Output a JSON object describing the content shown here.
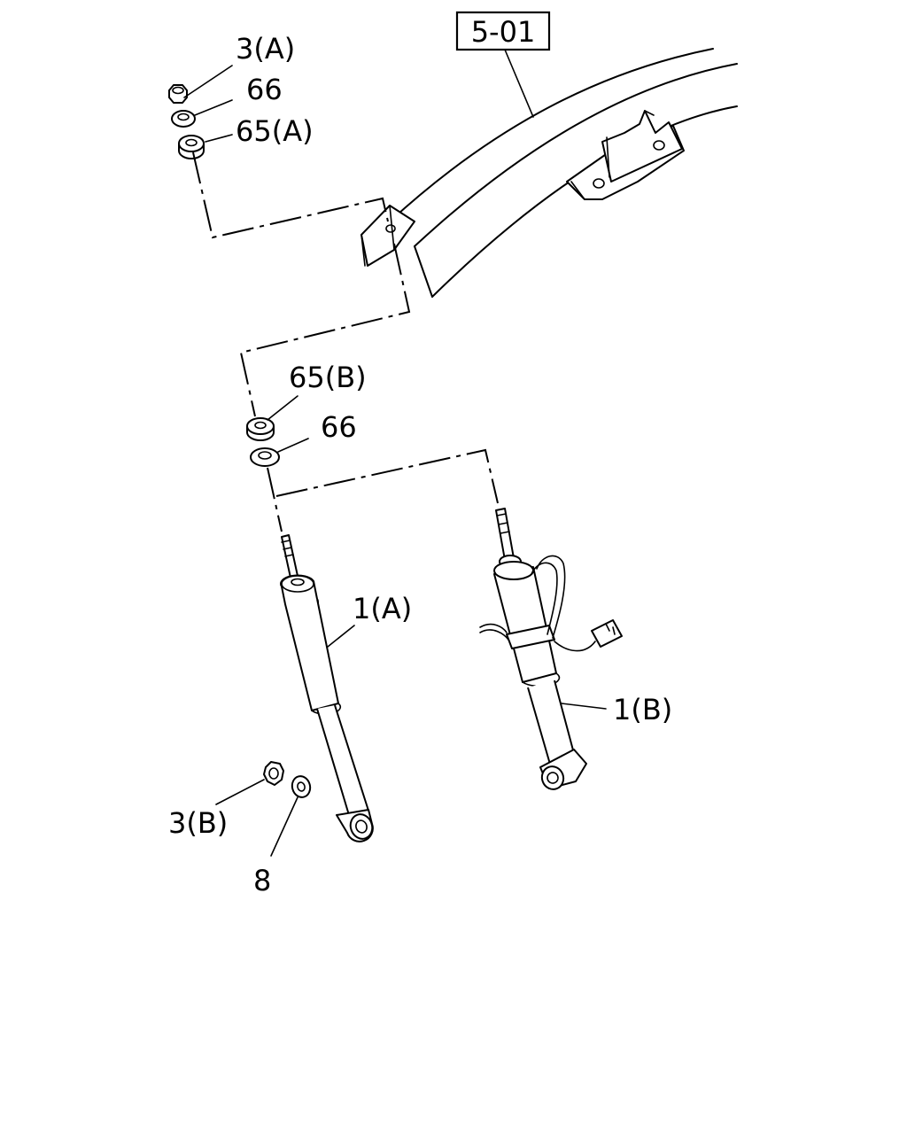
{
  "labels": {
    "ref_section": "5-01",
    "nut_a": "3(A)",
    "washer_top": "66",
    "bushing_a": "65(A)",
    "bushing_b": "65(B)",
    "washer_mid": "66",
    "shock_a": "1(A)",
    "shock_b": "1(B)",
    "nut_b": "3(B)",
    "washer_bottom": "8"
  }
}
